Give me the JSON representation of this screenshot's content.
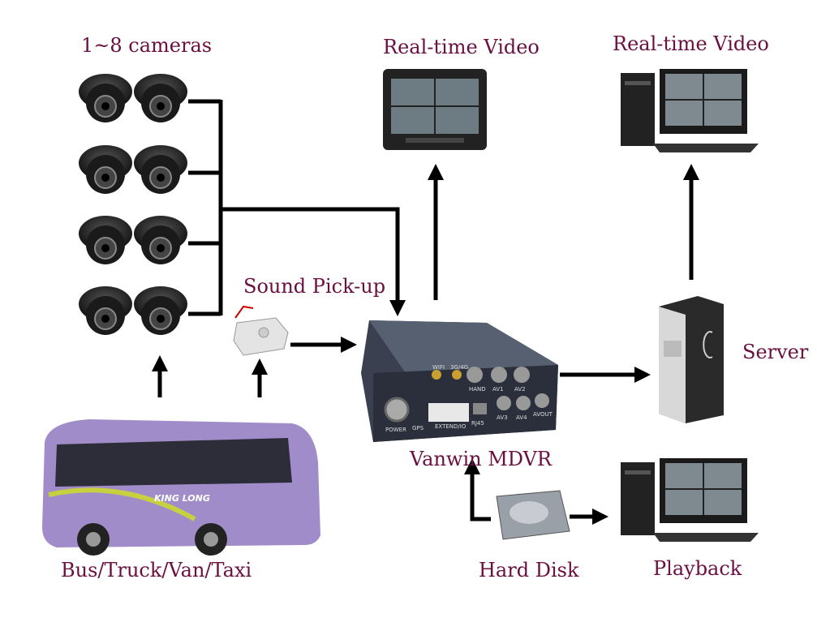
{
  "labels": {
    "cameras": "1~8 cameras",
    "monitor_video": "Real-time Video",
    "pc_video": "Real-time Video",
    "sound": "Sound Pick-up",
    "server": "Server",
    "mdvr": "Vanwin MDVR",
    "hard_disk": "Hard Disk",
    "playback": "Playback",
    "vehicles": "Bus/Truck/Van/Taxi"
  },
  "bus_logo": "KING LONG",
  "mdvr_ports": [
    "WIFI",
    "3G/4G",
    "HAND",
    "AV1",
    "AV2",
    "AV3",
    "AV4",
    "AVOUT",
    "POWER",
    "GPS",
    "EXTEND/IO",
    "RJ45"
  ],
  "colors": {
    "label": "#6a1040",
    "arrow": "#000000",
    "bus": "#a08cc8",
    "device": "#2c3140"
  }
}
